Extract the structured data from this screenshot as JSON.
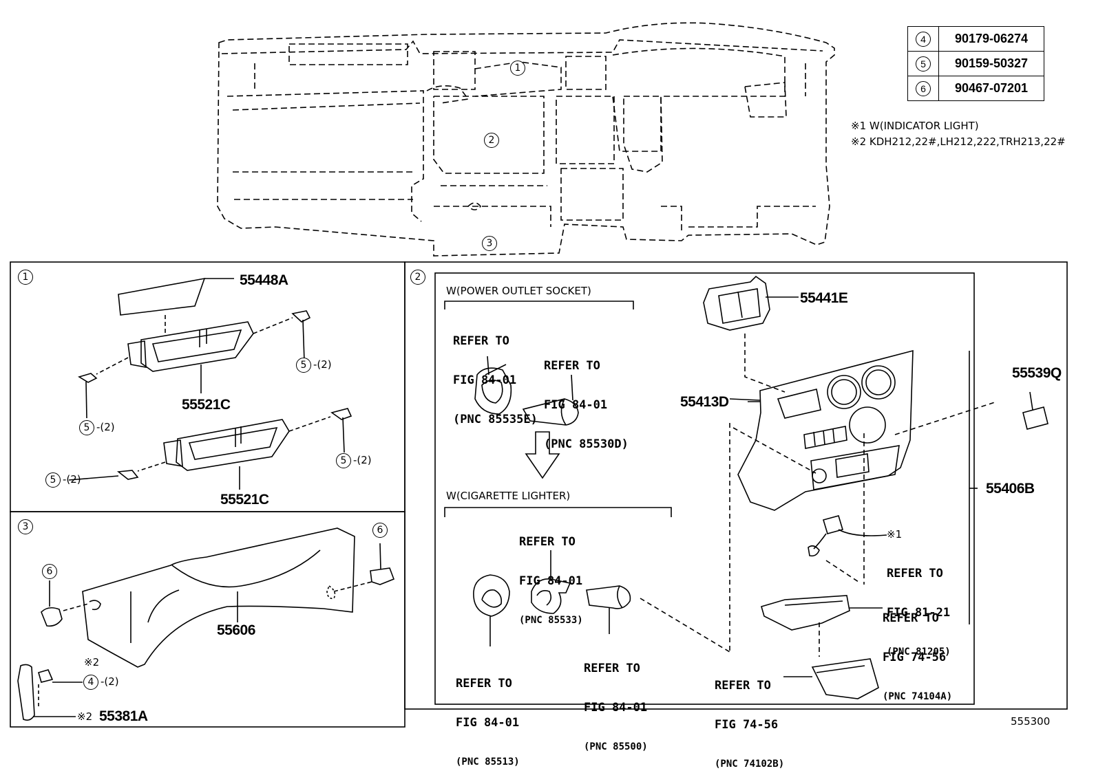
{
  "legend": [
    {
      "num": "4",
      "part": "90179-06274"
    },
    {
      "num": "5",
      "part": "90159-50327"
    },
    {
      "num": "6",
      "part": "90467-07201"
    }
  ],
  "notes": {
    "note1": "※1 W(INDICATOR LIGHT)",
    "note2": "※2 KDH212,22#,LH212,222,TRH213,22#"
  },
  "overview": {
    "callout1": "1",
    "callout2": "2",
    "callout3": "3"
  },
  "panel1": {
    "num": "1",
    "part_55448a": "55448A",
    "part_55521c_top": "55521C",
    "part_55521c_bottom": "55521C",
    "screw_num": "5",
    "qty": "-(2)"
  },
  "panel2": {
    "num": "2",
    "power_outlet_header": "W(POWER OUTLET SOCKET)",
    "ref_85535e": {
      "l1": "REFER TO",
      "l2": "FIG 84-01",
      "l3": "(PNC 85535E)"
    },
    "ref_85530d": {
      "l1": "REFER TO",
      "l2": "FIG 84-01",
      "l3": "(PNC 85530D)"
    },
    "cigarette_header": "W(CIGARETTE LIGHTER)",
    "ref_85533": {
      "l1": "REFER TO",
      "l2": "FIG 84-01",
      "l3": "(PNC 85533)"
    },
    "ref_85513": {
      "l1": "REFER TO",
      "l2": "FIG 84-01",
      "l3": "(PNC 85513)"
    },
    "ref_85500": {
      "l1": "REFER TO",
      "l2": "FIG 84-01",
      "l3": "(PNC 85500)"
    },
    "ref_74102b": {
      "l1": "REFER TO",
      "l2": "FIG 74-56",
      "l3": "(PNC 74102B)"
    },
    "ref_74104a": {
      "l1": "REFER TO",
      "l2": "FIG 74-56",
      "l3": "(PNC 74104A)"
    },
    "ref_81205": {
      "mark": "※1",
      "l1": "REFER TO",
      "l2": "FIG 81-21",
      "l3": "(PNC 81205)"
    },
    "part_55441e": "55441E",
    "part_55413d": "55413D",
    "part_55539q": "55539Q",
    "part_55406b": "55406B"
  },
  "panel3": {
    "num": "3",
    "part_55606": "55606",
    "clip_num": "6",
    "bolt_num": "4",
    "bolt_qty": "-(2)",
    "mark2": "※2",
    "part_55381a_mark": "※2",
    "part_55381a": "55381A"
  },
  "figure_id": "555300"
}
